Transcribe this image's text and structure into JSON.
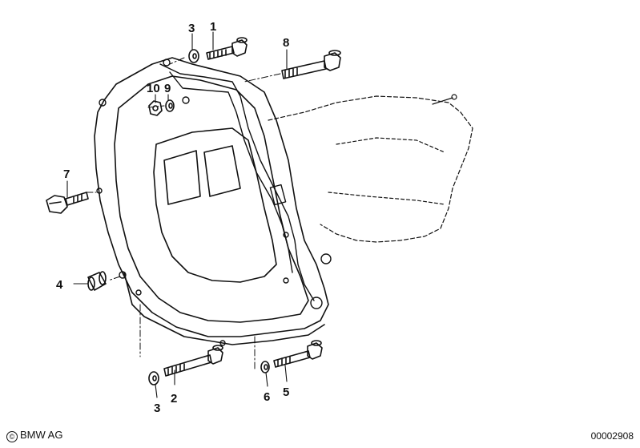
{
  "diagram": {
    "callouts": [
      "1",
      "2",
      "3",
      "3",
      "4",
      "5",
      "6",
      "7",
      "8",
      "9",
      "10"
    ]
  },
  "footer": {
    "copyright_symbol": "©",
    "brand": "BMW AG",
    "diagram_number": "00002908"
  }
}
